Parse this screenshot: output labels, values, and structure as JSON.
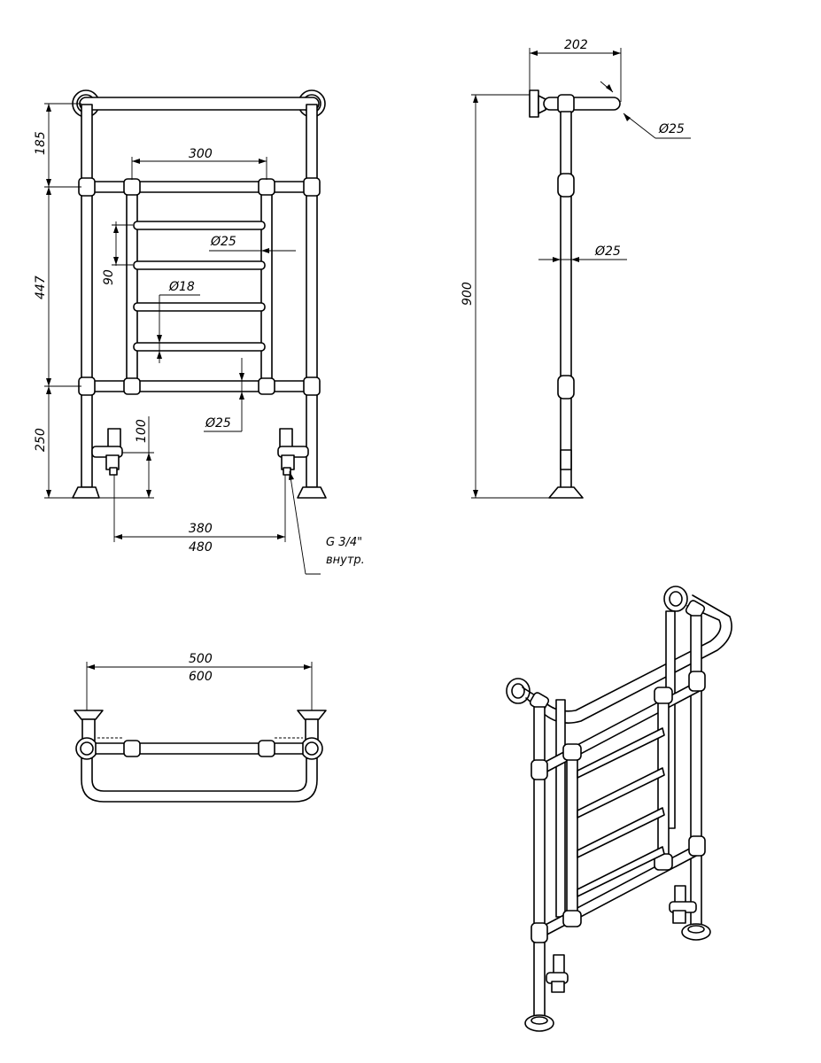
{
  "front_view": {
    "dim_185": "185",
    "dim_447": "447",
    "dim_250": "250",
    "dim_300": "300",
    "dim_90": "90",
    "dim_100": "100",
    "dia_25_bar": "Ø25",
    "dia_18": "Ø18",
    "dia_25_bottom": "Ø25",
    "dim_380": "380",
    "dim_480": "480",
    "thread_line1": "G 3/4\"",
    "thread_line2": "внутр."
  },
  "side_view": {
    "dim_202": "202",
    "dim_900": "900",
    "dia_25_top": "Ø25",
    "dia_25_mid": "Ø25"
  },
  "top_view": {
    "dim_500": "500",
    "dim_600": "600"
  }
}
